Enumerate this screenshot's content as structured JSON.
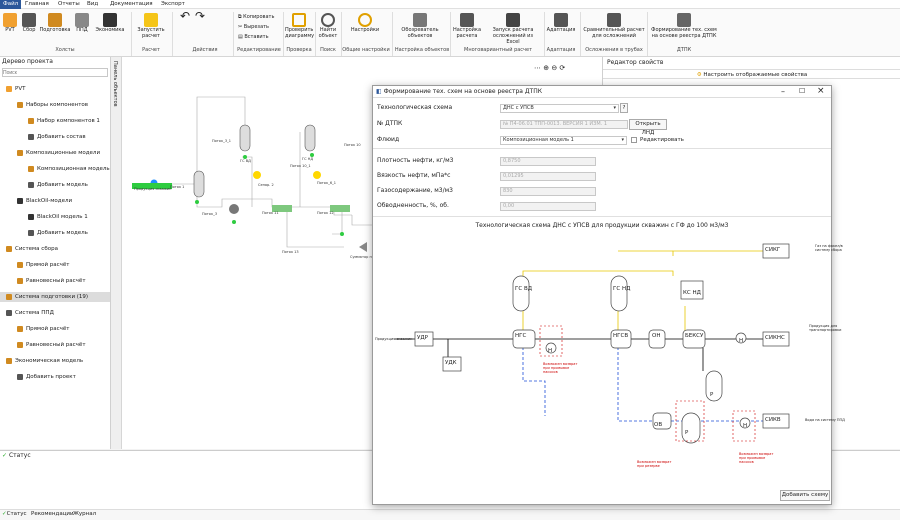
{
  "menu": [
    "Файл",
    "Главная",
    "Отчеты",
    "Вид",
    "Документация",
    "Экспорт"
  ],
  "ribbon": {
    "buttons": [
      "PVT",
      "Сбор",
      "Подготовка",
      "ППД",
      "Экономика",
      "Запустить расчет",
      "Копировать",
      "Вырезать",
      "Вставить",
      "Проверить диаграмму",
      "Найти объект",
      "Настройки",
      "Обозреватель объектов",
      "Настройка расчета",
      "Запуск расчета осложнений из Excel",
      "Адаптация",
      "Сравнительный расчет для осложнений",
      "Формирование тех. схем на основе реестра ДТПК"
    ],
    "groups": [
      "Холсты",
      "Расчет",
      "Действия",
      "Редактирование",
      "Проверка",
      "Поиск",
      "Общие настройки",
      "Настройка объектов",
      "Многовариантный расчет",
      "Адаптация",
      "Осложнения в трубах",
      "ДТПК"
    ]
  },
  "tree": {
    "title": "Дерево проекта",
    "search_placeholder": "Поиск",
    "items": [
      "PVT",
      "Наборы компонентов",
      "Набор компонентов 1",
      "Добавить состав",
      "Композиционные модели",
      "Композиционная модель",
      "Добавить модель",
      "BlackOil-модели",
      "BlackOil модель 1",
      "Добавить модель",
      "Система сбора",
      "Прямой расчёт",
      "Равновесный расчёт",
      "Система подготовки (19)",
      "Система ППД",
      "Прямой расчёт",
      "Равновесный расчёт",
      "Экономическая модель",
      "Добавить проект"
    ]
  },
  "vtab": "Панель объектов",
  "props": {
    "title": "Редактор свойств",
    "btn": "Настроить отображаемые свойства"
  },
  "status": {
    "title": "Статус",
    "tabs": [
      "Статус",
      "Рекомендации",
      "Журнал"
    ]
  },
  "mini": {
    "labels": [
      "Поток_3_1",
      "Поток 1",
      "Поток_3",
      "Сепар. 2",
      "Поток 11",
      "Поток 12",
      "Поток 13",
      "Поток 10_1",
      "Поток_6_1",
      "Поток 10",
      "ГС НД",
      "ГС ВД",
      "Продукция скважин",
      "Сумматор потоков"
    ]
  },
  "dialog": {
    "title": "Формирование тех. схем на основе реестра ДТПК",
    "lbl_scheme": "Технологическая схема",
    "scheme_val": "ДНС с УПСВ",
    "lbl_dtpk": "№ ДТПК",
    "dtpk_val": "№ П4-06.01 ТПП-0013. ВЕРСИЯ 1 ИЗМ. 1",
    "btn_open": "Открыть ЛНД",
    "lbl_fluid": "Флюид",
    "fluid_val": "Композиционная модель 1",
    "edit_label": "Редактировать",
    "params": [
      {
        "l": "Плотность нефти, кг/м3",
        "v": "0,8750"
      },
      {
        "l": "Вязкость нефти, мПа*с",
        "v": "0,01295"
      },
      {
        "l": "Газосодержание, м3/м3",
        "v": "830"
      },
      {
        "l": "Обводненность, %, об.",
        "v": "0,00"
      }
    ],
    "scheme_title": "Технологическая схема ДНС с УПСВ для продукции скважин с ГФ до 100 м3/м3",
    "add_btn": "Добавить схему",
    "nodes": [
      "УДР",
      "УДК",
      "НГС",
      "Н",
      "НГСВ",
      "ОН",
      "БЕКСУ",
      "Н",
      "СИКНС",
      "ГС ВД",
      "ГС НД",
      "КС НД",
      "СИКГ",
      "Р",
      "ОВ",
      "Р",
      "Н",
      "СИКВ"
    ],
    "text": [
      "Продукция скважин",
      "Газ на факел/в систему сбора",
      "Продукция для транспортировки",
      "Вода на систему ППД",
      "Возможен возврат при промывке насосов",
      "Возможен возврат при резерве",
      "Возможен возврат при промывке насосов"
    ]
  }
}
